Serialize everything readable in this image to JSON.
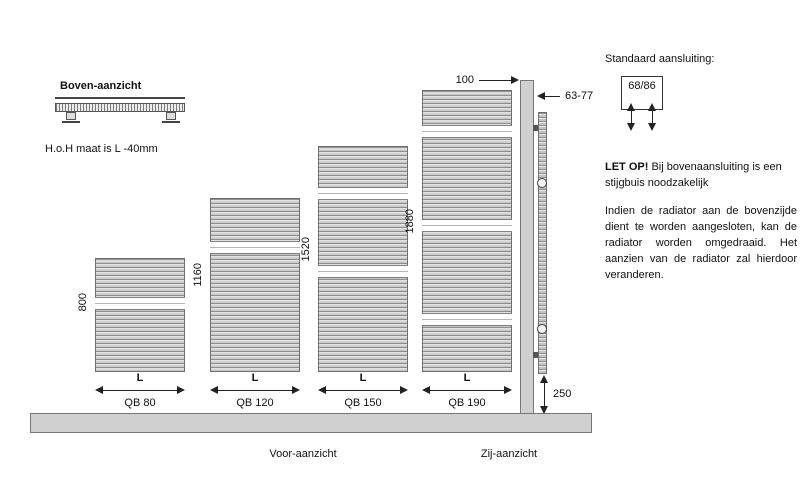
{
  "top_view": {
    "title": "Boven-aanzicht",
    "note": "H.o.H maat is L -40mm"
  },
  "front_view": {
    "caption": "Voor-aanzicht",
    "radiators": [
      {
        "model": "QB 80",
        "height_mm": "800",
        "width_label": "L"
      },
      {
        "model": "QB 120",
        "height_mm": "1160",
        "width_label": "L"
      },
      {
        "model": "QB 150",
        "height_mm": "1520",
        "width_label": "L"
      },
      {
        "model": "QB 190",
        "height_mm": "1880",
        "width_label": "L"
      }
    ]
  },
  "side_view": {
    "caption": "Zij-aanzicht",
    "dim_depth": "100",
    "dim_wall_distance": "63-77",
    "dim_floor_clearance": "250"
  },
  "info_panel": {
    "heading": "Standaard aansluiting:",
    "connection_size": "68/86",
    "warning_bold": "LET OP!",
    "warning_rest": " Bij bovenaansluiting is een stijgbuis noodzakelijk",
    "paragraph": "Indien de radiator aan de bovenzijde dient te worden aangesloten, kan de radiator worden omgedraaid. Het aanzien van de radiator zal hierdoor veranderen."
  },
  "colors": {
    "metal_fill": "#c2c2c2",
    "outline": "#6f6f6f",
    "floor_fill": "#d0d0d0"
  }
}
